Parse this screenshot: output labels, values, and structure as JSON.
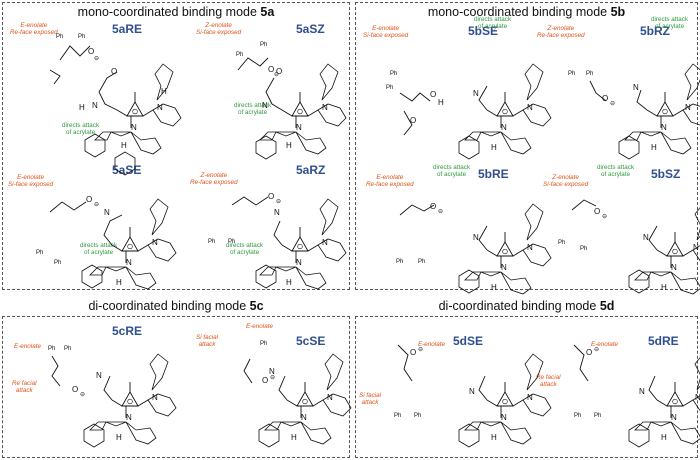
{
  "panels": {
    "a": {
      "title_prefix": "mono-coordinated binding mode ",
      "mode": "5a",
      "labels": [
        "5aRE",
        "5aSZ",
        "5aSE",
        "5aRZ"
      ],
      "ann_re": "E-enolate\nRe-face exposed",
      "ann_sz": "Z-enolate\nSi-face exposed",
      "ann_se": "E-enolate\nSi-face exposed",
      "ann_rz": "Z-enolate\nRe-face exposed",
      "green": "directs attack\nof acrylate"
    },
    "b": {
      "title_prefix": "mono-coordinated binding mode ",
      "mode": "5b",
      "labels": [
        "5bSE",
        "5bRZ",
        "5bRE",
        "5bSZ"
      ],
      "ann_se": "E-enolate\nSi-face exposed",
      "ann_rz": "Z-enolate\nRe-face exposed",
      "ann_re": "E-enolate\nRe-face exposed",
      "ann_sz": "Z-enolate\nSi-face exposed",
      "green": "directs attack\nof acrylate"
    },
    "c": {
      "title_prefix": "di-coordinated binding mode ",
      "mode": "5c",
      "labels": [
        "5cRE",
        "5cSE"
      ],
      "ann_enolate": "E-enolate",
      "ann_re_attack": "Re facial\nattack",
      "ann_si_attack": "Si facial\nattack"
    },
    "d": {
      "title_prefix": "di-coordinated binding mode ",
      "mode": "5d",
      "labels": [
        "5dSE",
        "5dRE"
      ],
      "ann_enolate": "E-enolate",
      "ann_si_attack": "Si facial\nattack",
      "ann_re_attack": "Re facial\nattack"
    }
  },
  "atoms": {
    "H": "H",
    "N": "N",
    "O": "O",
    "Ph": "Ph",
    "minus": "⊖",
    "plus": "⊕"
  },
  "colors": {
    "label": "#2f4f8f",
    "orange": "#e0541a",
    "green": "#2f9a3f"
  }
}
